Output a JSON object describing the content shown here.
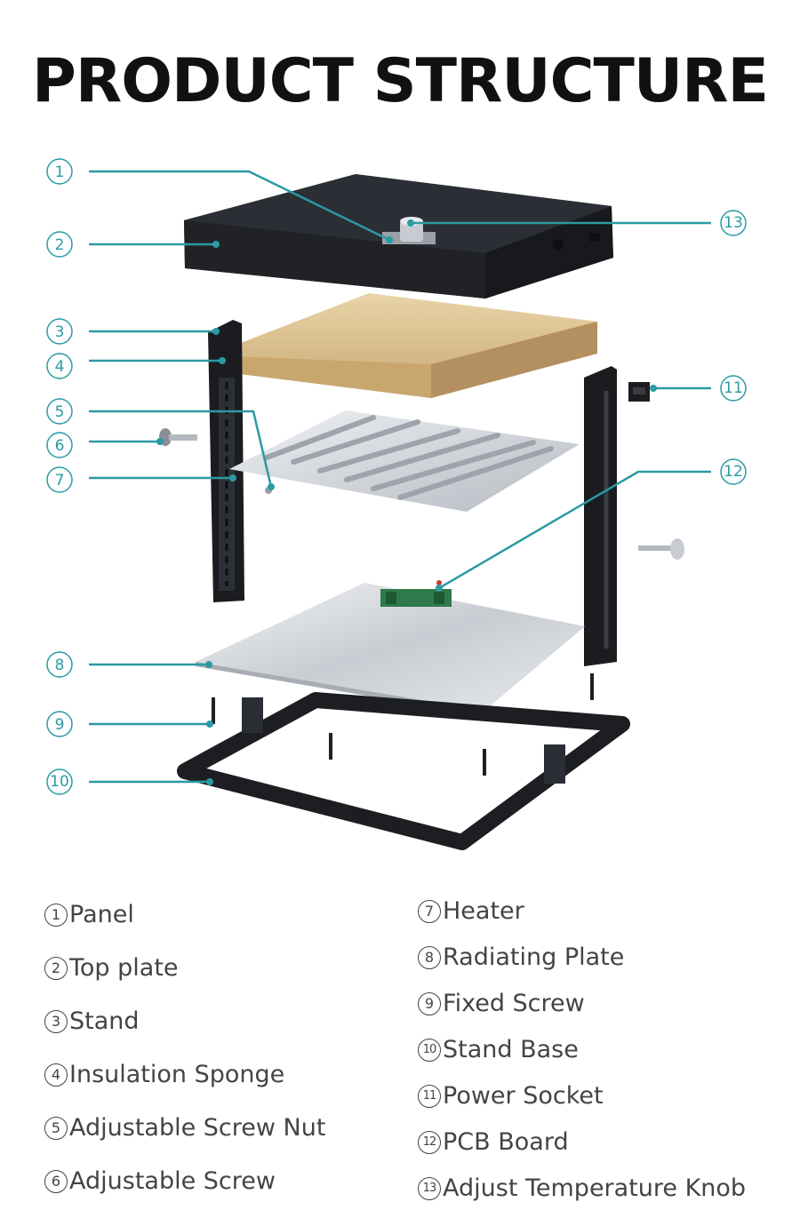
{
  "title": "PRODUCT STRUCTURE",
  "accent_color": "#2a9aa3",
  "callouts": [
    "1",
    "2",
    "3",
    "4",
    "5",
    "6",
    "7",
    "8",
    "9",
    "10",
    "11",
    "12",
    "13"
  ],
  "legend_left": [
    {
      "num": "1",
      "label": "Panel"
    },
    {
      "num": "2",
      "label": "Top plate"
    },
    {
      "num": "3",
      "label": "Stand"
    },
    {
      "num": "4",
      "label": "Insulation Sponge"
    },
    {
      "num": "5",
      "label": "Adjustable Screw Nut"
    },
    {
      "num": "6",
      "label": "Adjustable Screw"
    }
  ],
  "legend_right": [
    {
      "num": "7",
      "label": "Heater"
    },
    {
      "num": "8",
      "label": "Radiating Plate"
    },
    {
      "num": "9",
      "label": "Fixed Screw"
    },
    {
      "num": "10",
      "label": "Stand Base"
    },
    {
      "num": "11",
      "label": "Power Socket"
    },
    {
      "num": "12",
      "label": "PCB Board"
    },
    {
      "num": "13",
      "label": "Adjust Temperature Knob"
    }
  ]
}
